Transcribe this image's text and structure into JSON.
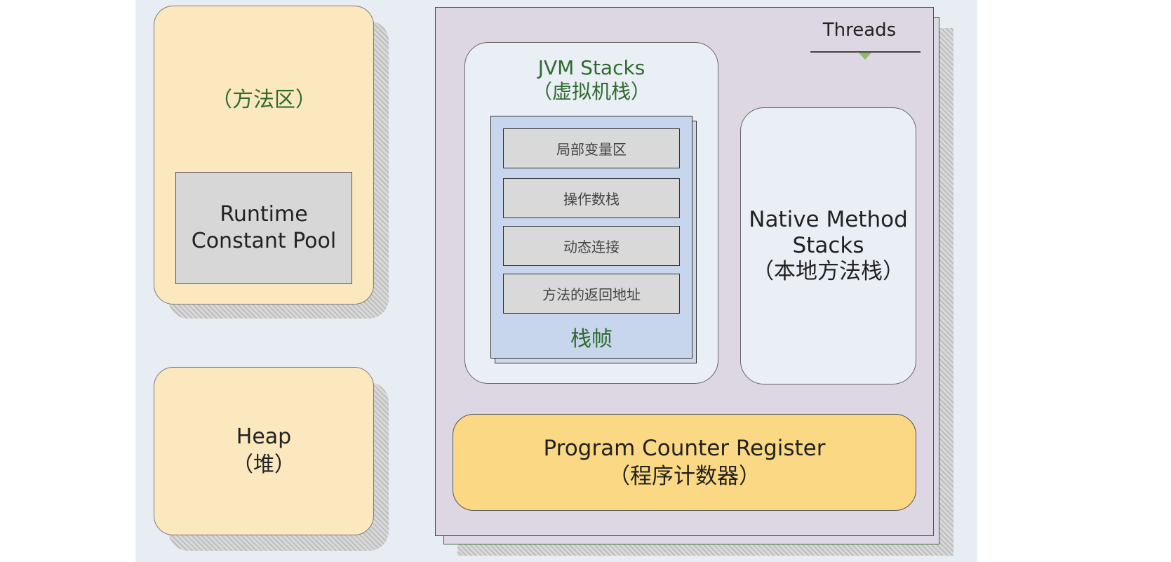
{
  "method_area": {
    "title": "（方法区）",
    "runtime_constant_pool": {
      "line1": "Runtime",
      "line2": "Constant Pool"
    }
  },
  "heap": {
    "line1": "Heap",
    "line2": "（堆）"
  },
  "threads": {
    "label": "Threads",
    "jvm_stacks": {
      "title": "JVM Stacks",
      "subtitle": "（虚拟机栈）",
      "frame": {
        "label": "栈帧",
        "items": [
          "局部变量区",
          "操作数栈",
          "动态连接",
          "方法的返回地址"
        ]
      }
    },
    "native_method_stacks": {
      "line1": "Native Method",
      "line2": "Stacks",
      "line3": "（本地方法栈）"
    },
    "program_counter_register": {
      "line1": "Program Counter Register",
      "line2": "（程序计数器）"
    }
  }
}
